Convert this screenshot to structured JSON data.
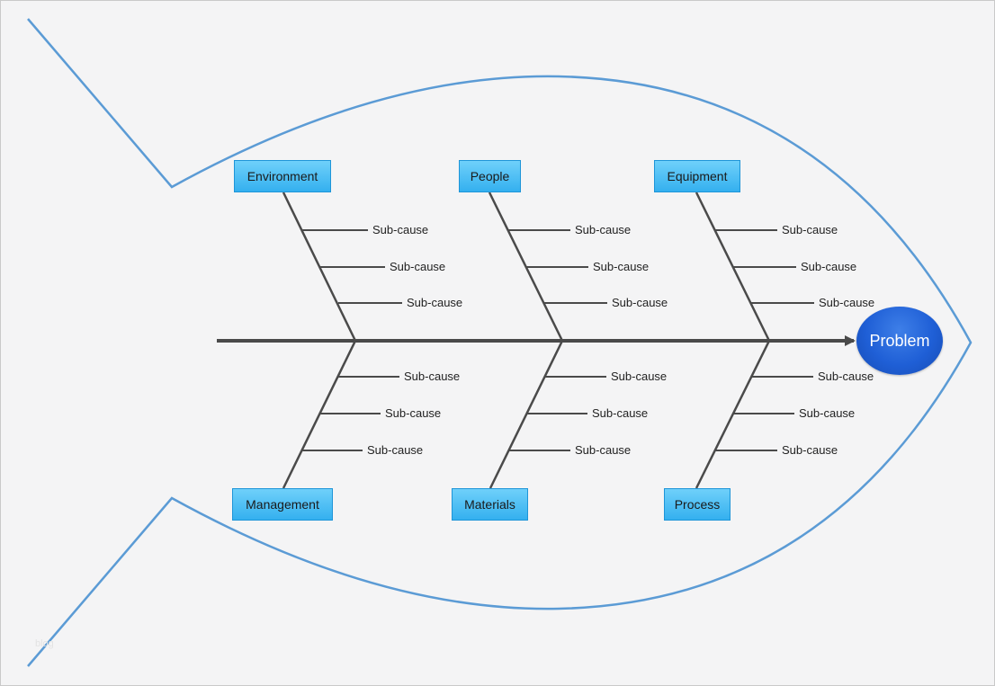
{
  "diagram": {
    "type": "fishbone",
    "problem": "Problem",
    "colors": {
      "outline": "#5b9bd5",
      "spine": "#4a4a4a",
      "category_fill": "#41b8f3",
      "problem_fill": "#1f5fd6"
    },
    "categories": [
      {
        "label": "Environment",
        "sub_causes": [
          "Sub-cause",
          "Sub-cause",
          "Sub-cause"
        ]
      },
      {
        "label": "People",
        "sub_causes": [
          "Sub-cause",
          "Sub-cause",
          "Sub-cause"
        ]
      },
      {
        "label": "Equipment",
        "sub_causes": [
          "Sub-cause",
          "Sub-cause",
          "Sub-cause"
        ]
      },
      {
        "label": "Management",
        "sub_causes": [
          "Sub-cause",
          "Sub-cause",
          "Sub-cause"
        ]
      },
      {
        "label": "Materials",
        "sub_causes": [
          "Sub-cause",
          "Sub-cause",
          "Sub-cause"
        ]
      },
      {
        "label": "Process",
        "sub_causes": [
          "Sub-cause",
          "Sub-cause",
          "Sub-cause"
        ]
      }
    ],
    "watermark": "blog"
  }
}
